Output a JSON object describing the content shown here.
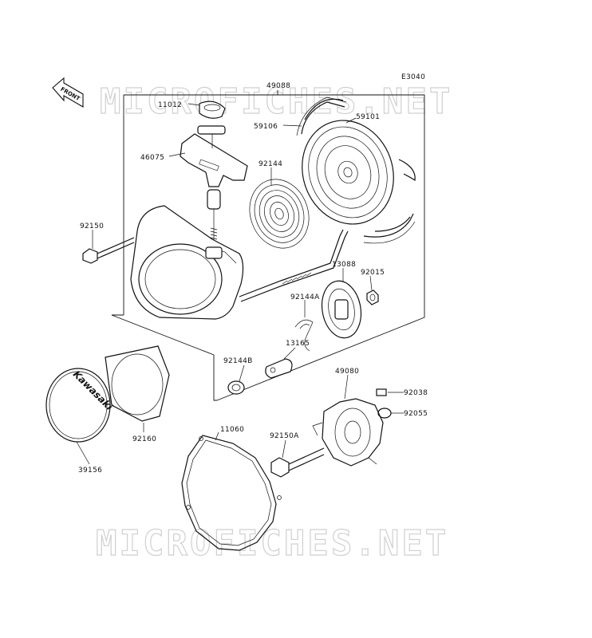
{
  "diagram": {
    "code": "E3040",
    "front_label": "FRONT",
    "cover_brand": "Kawasaki",
    "watermark_text": "MICROFICHES.NET",
    "parts": [
      {
        "number": "49088"
      },
      {
        "number": "11012"
      },
      {
        "number": "59106"
      },
      {
        "number": "59101"
      },
      {
        "number": "46075"
      },
      {
        "number": "92144"
      },
      {
        "number": "92150"
      },
      {
        "number": "13088"
      },
      {
        "number": "92015"
      },
      {
        "number": "92144A"
      },
      {
        "number": "13165"
      },
      {
        "number": "92144B"
      },
      {
        "number": "49080"
      },
      {
        "number": "92038"
      },
      {
        "number": "92055"
      },
      {
        "number": "92160"
      },
      {
        "number": "11060"
      },
      {
        "number": "92150A"
      },
      {
        "number": "39156"
      }
    ]
  }
}
